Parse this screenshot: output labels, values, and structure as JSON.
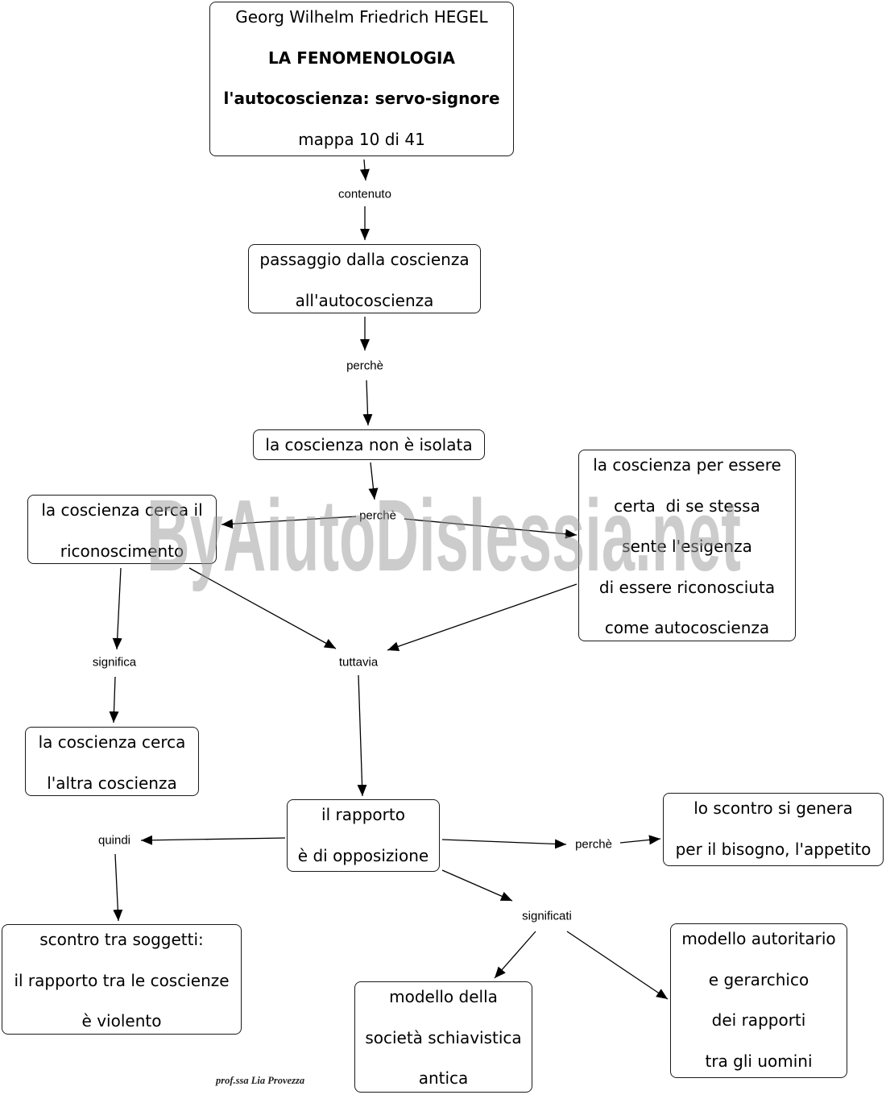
{
  "concepts": {
    "title": [
      "Georg Wilhelm Friedrich HEGEL",
      "LA FENOMENOLOGIA",
      "l'autocoscienza: servo-signore",
      "mappa 10 di 41"
    ],
    "transition": [
      "passaggio dalla coscienza",
      "all'autocoscienza"
    ],
    "not_isolated": [
      "la coscienza non è isolata"
    ],
    "seeks_recognition": [
      "la coscienza cerca il",
      "riconoscimento"
    ],
    "self_certainty": [
      "la coscienza per essere",
      "certa  di se stessa",
      "sente l'esigenza",
      "di essere riconosciuta",
      "come autocoscienza"
    ],
    "seeks_other": [
      "la coscienza cerca",
      "l'altra coscienza"
    ],
    "opposition": [
      "il rapporto",
      "è di opposizione"
    ],
    "clash": [
      "scontro tra soggetti:",
      "il rapporto tra le coscienze",
      "è violento"
    ],
    "cause": [
      "lo scontro si genera",
      "per il bisogno, l'appetito"
    ],
    "slave_society": [
      "modello della",
      "società schiavistica",
      "antica"
    ],
    "authoritarian": [
      "modello autoritario",
      "e gerarchico",
      "dei rapporti",
      "tra gli uomini"
    ]
  },
  "links": {
    "contenuto": "contenuto",
    "perche_1": "perchè",
    "perche_2": "perchè",
    "significa": "significa",
    "tuttavia": "tuttavia",
    "quindi": "quindi",
    "perche_3": "perchè",
    "significati": "significati"
  },
  "watermark": "ByAiutoDislessia.net",
  "signature": "prof.ssa Lia Provezza"
}
